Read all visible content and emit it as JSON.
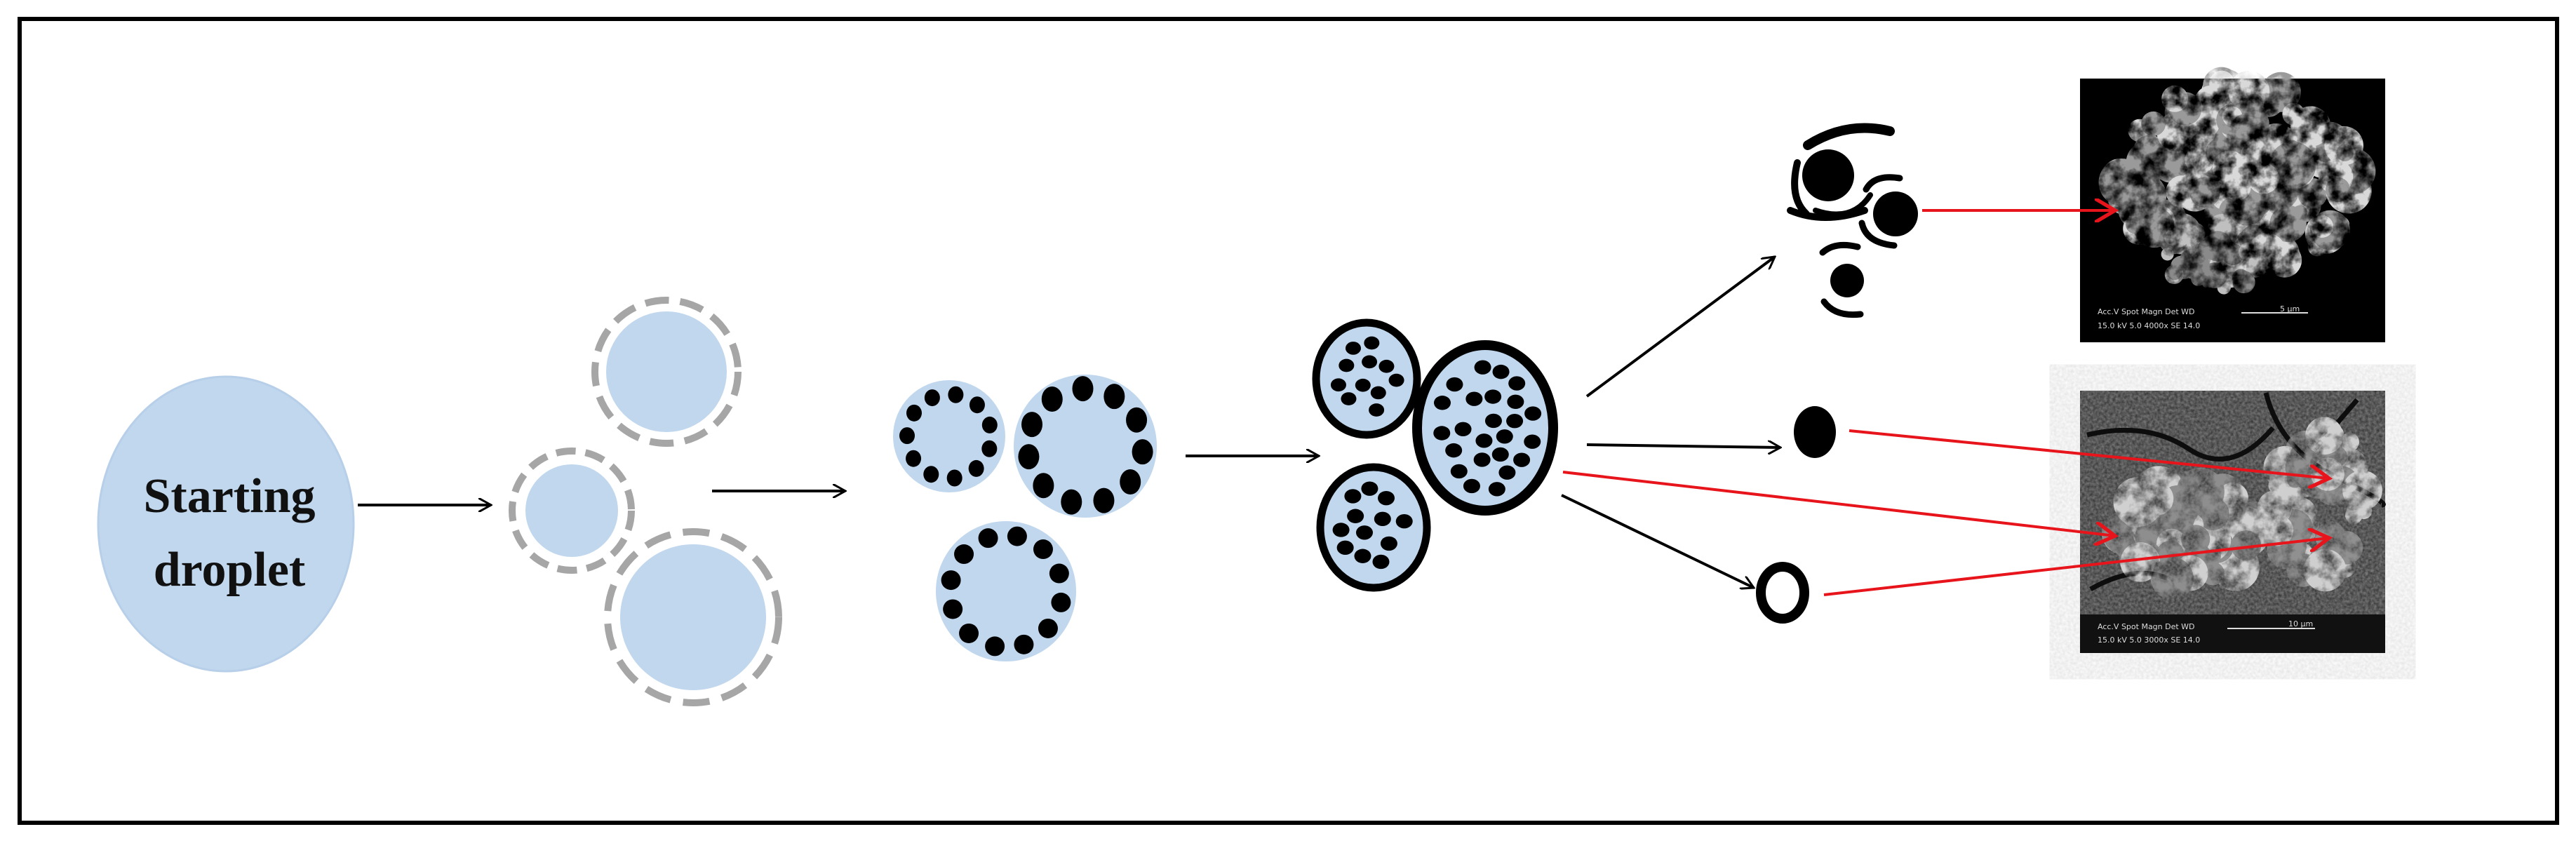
{
  "diagram": {
    "start_label_line1": "Starting",
    "start_label_line2": "droplet",
    "colors": {
      "droplet_fill": "#c0d7ee",
      "shell_dash": "#a6a6a6",
      "particle": "#000000",
      "arrow_black": "#000000",
      "arrow_red": "#e8141b",
      "frame": "#000000"
    },
    "sem_top": {
      "line1": "Acc.V   Spot Magn    Det  WD",
      "line2": "15.0 kV 5.0  4000x    SE  14.0",
      "scale": "5 µm"
    },
    "sem_bottom": {
      "line1": "Acc.V   Spot Magn    Det  WD",
      "line2": "15.0 kV 5.0  3000x    SE  14.0",
      "scale": "10 µm"
    }
  }
}
